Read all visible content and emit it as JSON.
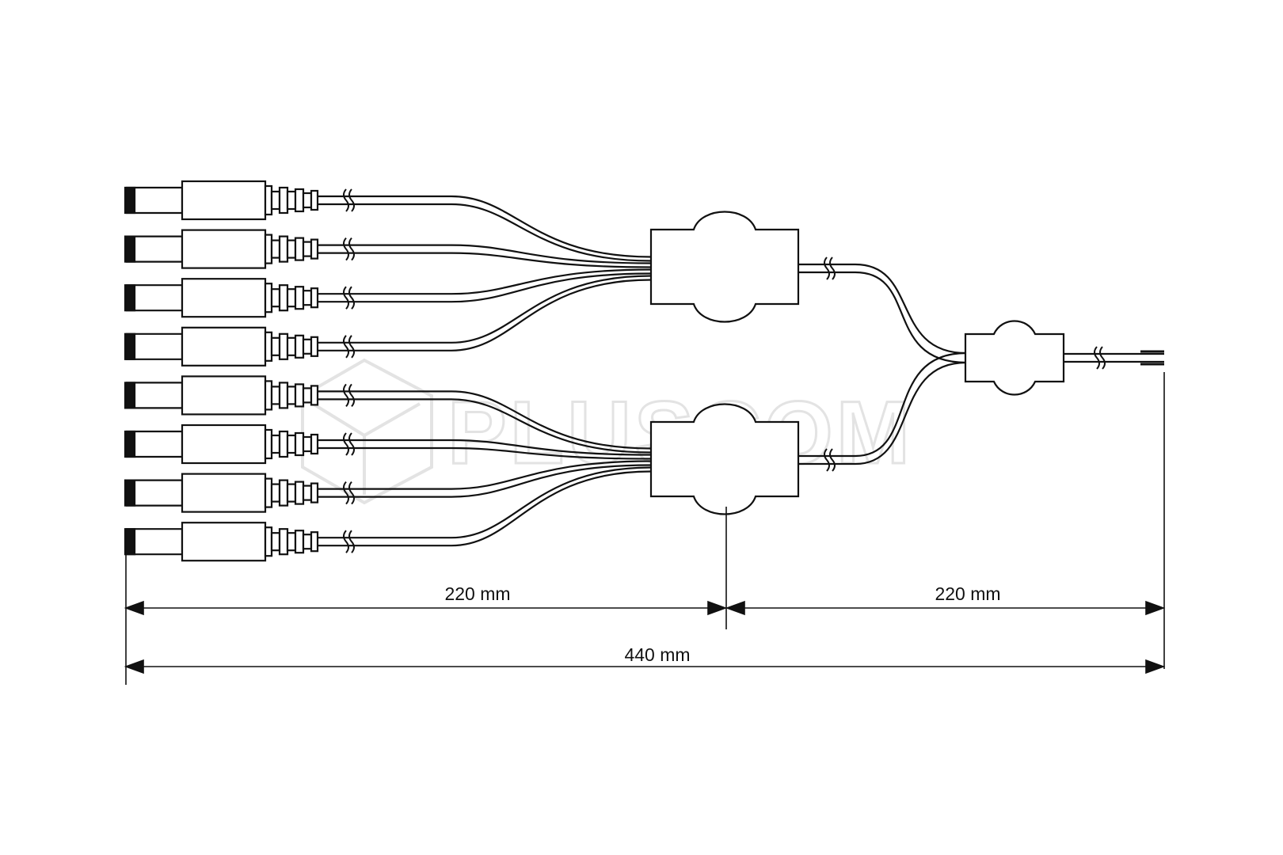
{
  "colors": {
    "line": "#111111",
    "watermark": "#e3e3e3",
    "background": "#ffffff"
  },
  "watermark": {
    "text": "PLUSCOM"
  },
  "connectors": {
    "count": 8,
    "type": "DC plug"
  },
  "dimensions": {
    "left_segment": "220 mm",
    "right_segment": "220 mm",
    "total_length": "440 mm"
  }
}
